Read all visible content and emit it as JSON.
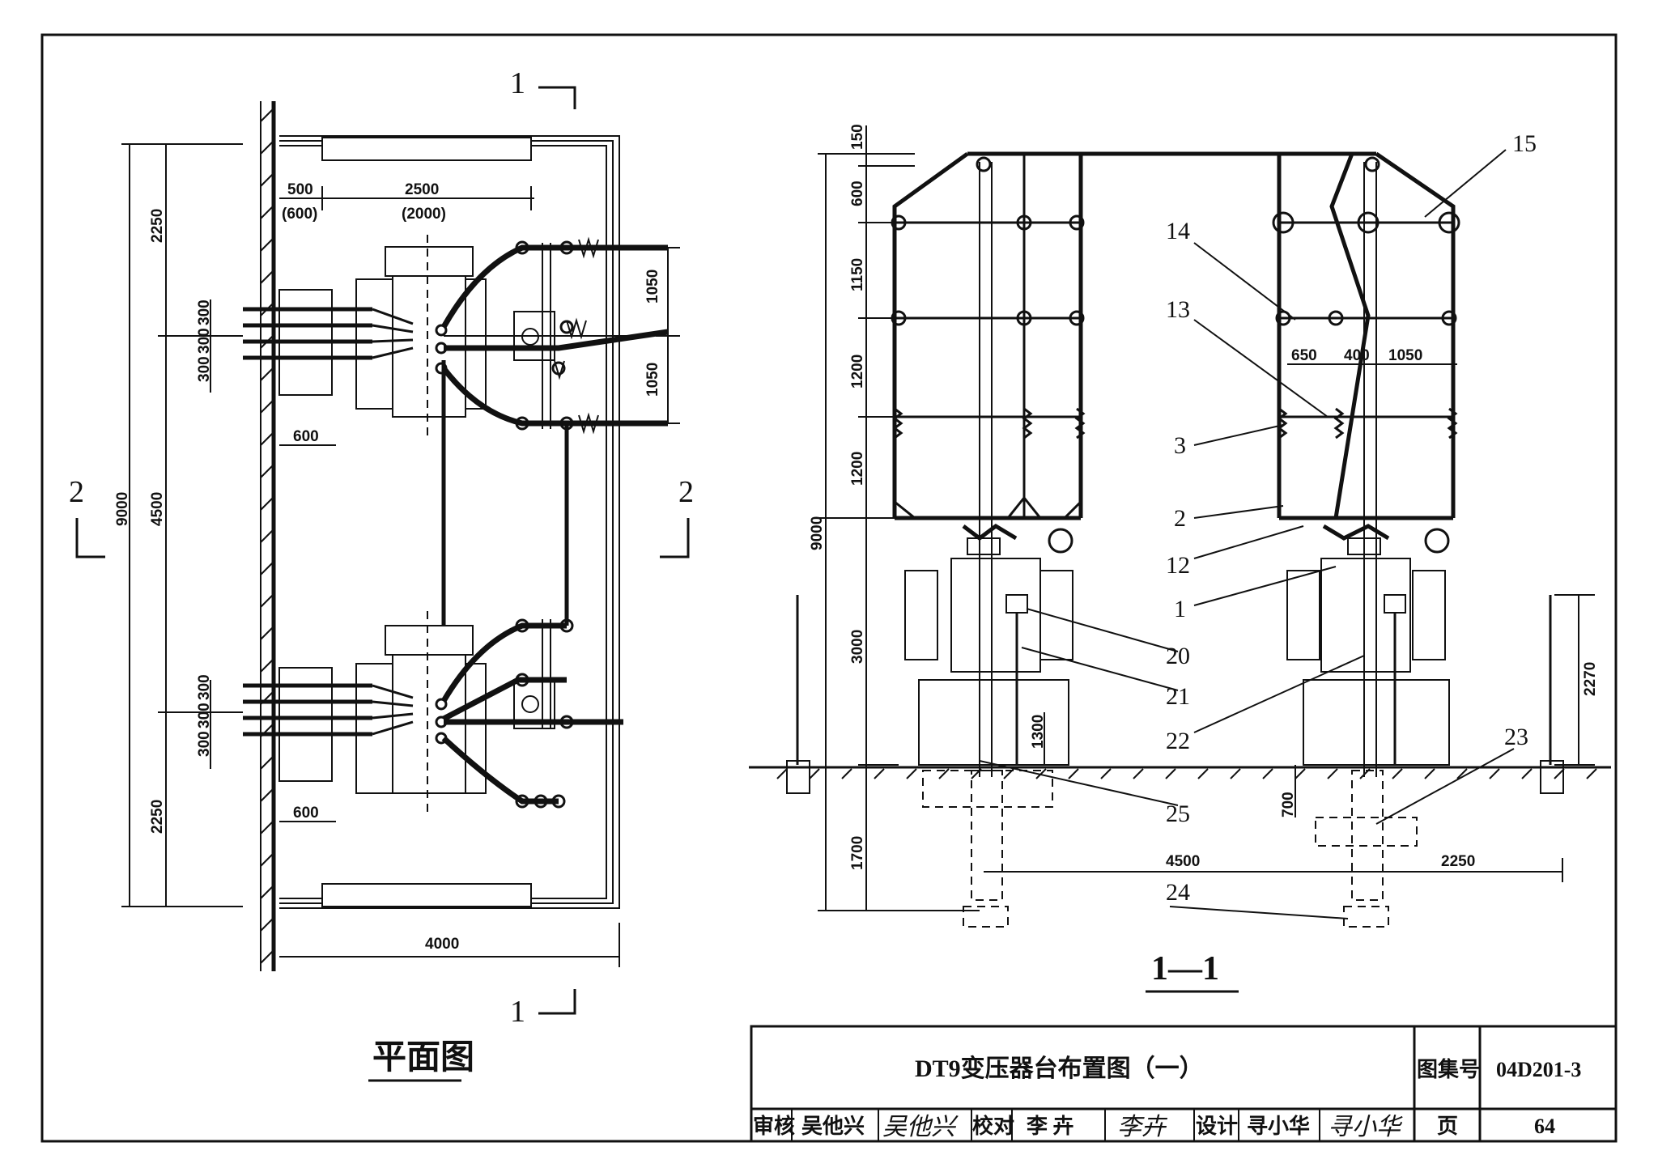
{
  "plan": {
    "caption": "平面图",
    "dims": {
      "d500": "500",
      "d600p": "(600)",
      "d2500": "2500",
      "d2000p": "(2000)",
      "d2250a": "2250",
      "d9000": "9000",
      "d4500": "4500",
      "d2250b": "2250",
      "d300a": "300",
      "d300b": "300",
      "d300c": "300",
      "d300d": "300",
      "d300e": "300",
      "d300f": "300",
      "d600a": "600",
      "d600b": "600",
      "d1050a": "1050",
      "d1050b": "1050",
      "d4000": "4000"
    },
    "section_marks": {
      "top1": "1",
      "bot1": "1",
      "left2": "2",
      "right2": "2"
    }
  },
  "elevation": {
    "caption": "1—1",
    "dims": {
      "d150": "150",
      "d600": "600",
      "d1150": "1150",
      "d1200a": "1200",
      "d1200b": "1200",
      "d9000": "9000",
      "d3000": "3000",
      "d1700": "1700",
      "d650": "650",
      "d400": "400",
      "d1050": "1050",
      "d2270": "2270",
      "d1300": "1300",
      "d700": "700",
      "d4500": "4500",
      "d2250": "2250"
    },
    "callouts": {
      "n15": "15",
      "n14": "14",
      "n13": "13",
      "n3": "3",
      "n2": "2",
      "n12": "12",
      "n1": "1",
      "n20": "20",
      "n21": "21",
      "n22": "22",
      "n23": "23",
      "n25": "25",
      "n24": "24"
    }
  },
  "title_block": {
    "title": "DT9变压器台布置图（一）",
    "atlas_label": "图集号",
    "atlas_no": "04D201-3",
    "review_label": "审核",
    "reviewer": "吴他兴",
    "reviewer_sig": "吴他兴",
    "check_label": "校对",
    "checker": "李 卉",
    "checker_sig": "李卉",
    "design_label": "设计",
    "designer": "寻小华",
    "designer_sig": "寻小华",
    "page_label": "页",
    "page_no": "64"
  }
}
